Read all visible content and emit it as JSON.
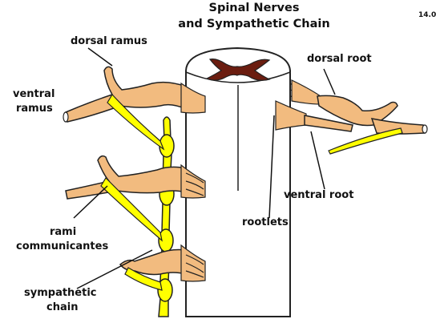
{
  "title": {
    "line1": "Spinal Nerves",
    "line2": "and Sympathetic Chain"
  },
  "page_number": "14.0",
  "labels": {
    "dorsal_ramus": "dorsal ramus",
    "ventral_ramus_1": "ventral",
    "ventral_ramus_2": "ramus",
    "dorsal_root": "dorsal root",
    "ventral_root": "ventral root",
    "rootlets": "rootlets",
    "rami_communicantes_1": "rami",
    "rami_communicantes_2": "communicantes",
    "sympathetic_chain_1": "sympathetic",
    "sympathetic_chain_2": "chain"
  },
  "colors": {
    "nerve": "#f2bb7f",
    "chain": "#ffff00",
    "grey_matter": "#6b1d10",
    "cord_fill": "#ffffff",
    "outline": "#222222"
  }
}
